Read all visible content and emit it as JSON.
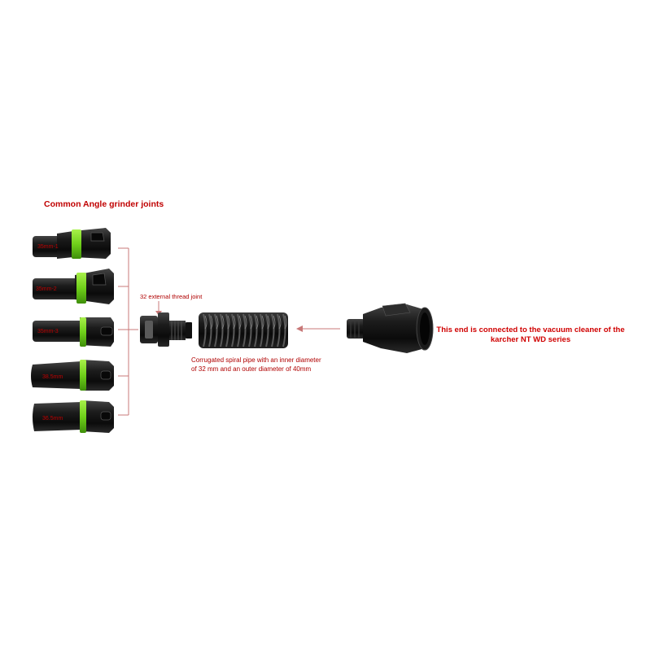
{
  "title": "Common Angle grinder joints",
  "joints": [
    {
      "label": "35mm-1"
    },
    {
      "label": "35mm-2"
    },
    {
      "label": "35mm-3"
    },
    {
      "label": "38.5mm"
    },
    {
      "label": "36.5mm"
    }
  ],
  "thread_joint_label": "32 external thread joint",
  "pipe_caption": {
    "line1": "Corrugated spiral pipe with an inner diameter",
    "line2": "of 32 mm and an outer diameter of 40mm"
  },
  "vacuum_caption": {
    "line1": "This end is connected to the vacuum cleaner of the",
    "line2": "karcher NT WD series"
  },
  "colors": {
    "accent_green": "#7fdc1a",
    "label_red": "#c00000",
    "part_black": "#1a1a1a"
  }
}
